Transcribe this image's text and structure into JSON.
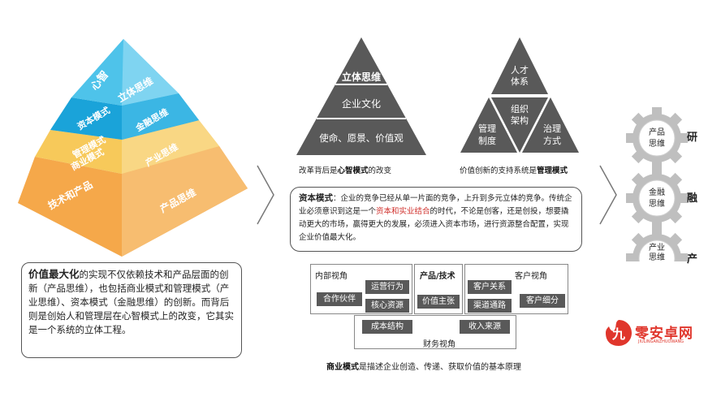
{
  "pyramid": {
    "layer_top": {
      "left": "心智",
      "right": "立体思维"
    },
    "layer_2": {
      "left": "资本模式",
      "right": "金融思维"
    },
    "layer_3": {
      "left": "管理模式\n商业模式",
      "right": "产业思维"
    },
    "layer_4": {
      "left": "技术和产品",
      "right": "产品思维"
    },
    "colors": {
      "top": "#4ec3ea",
      "layer2": "#1aa3d9",
      "layer3": "#f7c95a",
      "layer4": "#f5a84a"
    }
  },
  "summary_box": {
    "bold": "价值最大化",
    "text": "的实现不仅依赖技术和产品层面的创新（产品思维），也包括商业模式和管理模式（产业思维）、资本模式（金融思维）的创新。而背后则是创始人和管理层在心智模式上的改变，它其实是一个系统的立体工程。"
  },
  "mind_triangle": {
    "top": "立体思维",
    "middle": "企业文化",
    "bottom": "使命、愿景、价值观",
    "caption_pre": "改革背后是",
    "caption_bold": "心智模式",
    "caption_post": "的改变"
  },
  "mgmt_triangle": {
    "top": "人才\n体系",
    "center": "组织\n架构",
    "left": "管理\n制度",
    "right": "治理\n方式",
    "caption_pre": "价值创新的支持系统是",
    "caption_bold": "管理模式"
  },
  "capital_box": {
    "bold": "资本模式",
    "text_1": "：企业的竞争已经从单一片面的竞争，上升到多元立体的竞争。传统企业必须意识到这是一个",
    "text_red": "资本和实业结合",
    "text_2": "的时代，不论是创客，还是创投，想要撬动更大的市场，赢得更大的发展，必须进入资本市场，进行资源整合配置，实现企业价值最大化。"
  },
  "business_model": {
    "internal_title": "内部视角",
    "product_title": "产品/技术",
    "customer_title": "客户视角",
    "finance_title": "财务视角",
    "partner": "合作伙伴",
    "operations": "运营行为",
    "core_resources": "核心资源",
    "value_prop": "价值主张",
    "customer_rel": "客户关系",
    "channels": "渠道通路",
    "segments": "客户细分",
    "cost": "成本结构",
    "revenue": "收入来源",
    "caption_bold": "商业模式",
    "caption_post": "是描述企业创造、传递、获取价值的基本原理"
  },
  "gears": {
    "gear_1": "产品\n思维",
    "gear_2": "金融\n思维",
    "gear_3": "产业\n思维",
    "side_1": "研",
    "side_2": "融",
    "side_3": "产"
  },
  "watermark": {
    "logo_char": "九",
    "brand": "零安卓网",
    "sub": "JIULINGANZHUOWANG"
  }
}
